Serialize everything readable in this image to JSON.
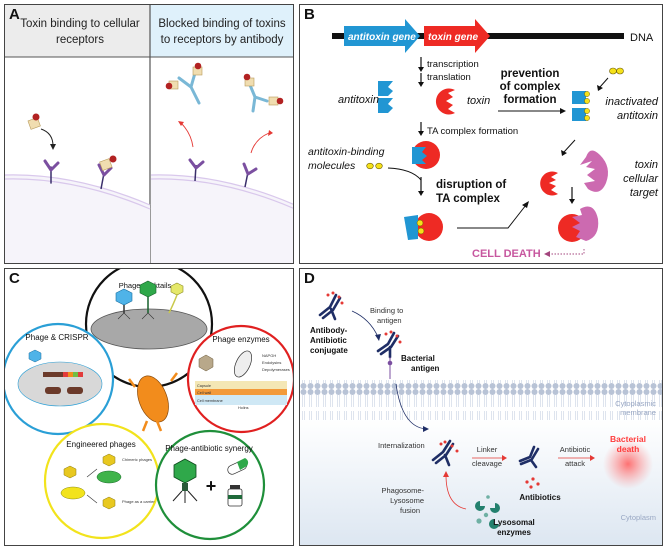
{
  "panels": {
    "A": {
      "label": "A",
      "left_title_line1": "Toxin binding to cellular",
      "left_title_line2": "receptors",
      "right_title_line1": "Blocked binding of toxins",
      "right_title_line2": "to receptors by antibody",
      "colors": {
        "left_header": "#ececec",
        "right_header": "#dff1fb",
        "receptor": "#7b4fa0",
        "antibody": "#7ab8d6",
        "toxin_body": "#f0ddb0",
        "toxin_head": "#b22222",
        "arrow_red": "#e53935"
      }
    },
    "B": {
      "label": "B",
      "antitoxin_gene": "antitoxin gene",
      "toxin_gene": "toxin gene",
      "dna": "DNA",
      "transcription": "transcription",
      "translation": "translation",
      "antitoxin": "antitoxin",
      "toxin": "toxin",
      "prevention_line1": "prevention",
      "prevention_line2": "of complex",
      "prevention_line3": "formation",
      "inactivated_line1": "inactivated",
      "inactivated_line2": "antitoxin",
      "ta_complex_formation": "TA complex formation",
      "binding_molecules_line1": "antitoxin-binding",
      "binding_molecules_line2": "molecules",
      "disruption_line1": "disruption of",
      "disruption_line2": "TA complex",
      "target_line1": "toxin",
      "target_line2": "cellular",
      "target_line3": "target",
      "cell_death": "CELL DEATH",
      "colors": {
        "antitoxin": "#2196d3",
        "toxin": "#ee2a24",
        "molecule": "#f5e11a",
        "target": "#cc6ab0",
        "cell_death": "#c7579f"
      }
    },
    "C": {
      "label": "C",
      "cocktails": "Phage cocktails",
      "crispr": "Phage & CRISPR",
      "enzymes": "Phage enzymes",
      "enzyme_legend": [
        "NAPGH",
        "Endolysins",
        "Depolymerases"
      ],
      "membrane_labels": [
        "Capsule",
        "Cell wall",
        "Cell membrane",
        "Holins"
      ],
      "engineered": "Engineered phages",
      "chimeric": "Chimeric phages",
      "carrier": "Phage as a carrier",
      "synergy": "Phage-antibiotic synergy",
      "plus": "+",
      "colors": {
        "cocktails": "#111111",
        "crispr": "#2a9fd6",
        "enzymes": "#e02020",
        "engineered": "#f2e31c",
        "synergy": "#1f8f3a",
        "bacterium": "#f28c1c"
      }
    },
    "D": {
      "label": "D",
      "conjugate_line1": "Antibody-",
      "conjugate_line2": "Antibiotic",
      "conjugate_line3": "conjugate",
      "binding_line1": "Binding to",
      "binding_line2": "antigen",
      "antigen_line1": "Bacterial",
      "antigen_line2": "antigen",
      "membrane_line1": "Cytoplasmic",
      "membrane_line2": "membrane",
      "internalization": "Internalization",
      "linker_line1": "Linker",
      "linker_line2": "cleavage",
      "attack_line1": "Antibiotic",
      "attack_line2": "attack",
      "death_line1": "Bacterial",
      "death_line2": "death",
      "fusion_line1": "Phagosome-",
      "fusion_line2": "Lysosome",
      "fusion_line3": "fusion",
      "antibiotics": "Antibiotics",
      "enzymes_line1": "Lysosomal",
      "enzymes_line2": "enzymes",
      "cytoplasm": "Cytoplasm",
      "colors": {
        "antibody": "#1f2e66",
        "drug": "#e53935",
        "lipid": "#b8c3d6",
        "enzyme": "#23806e",
        "death": "#ff3b3b"
      }
    }
  }
}
